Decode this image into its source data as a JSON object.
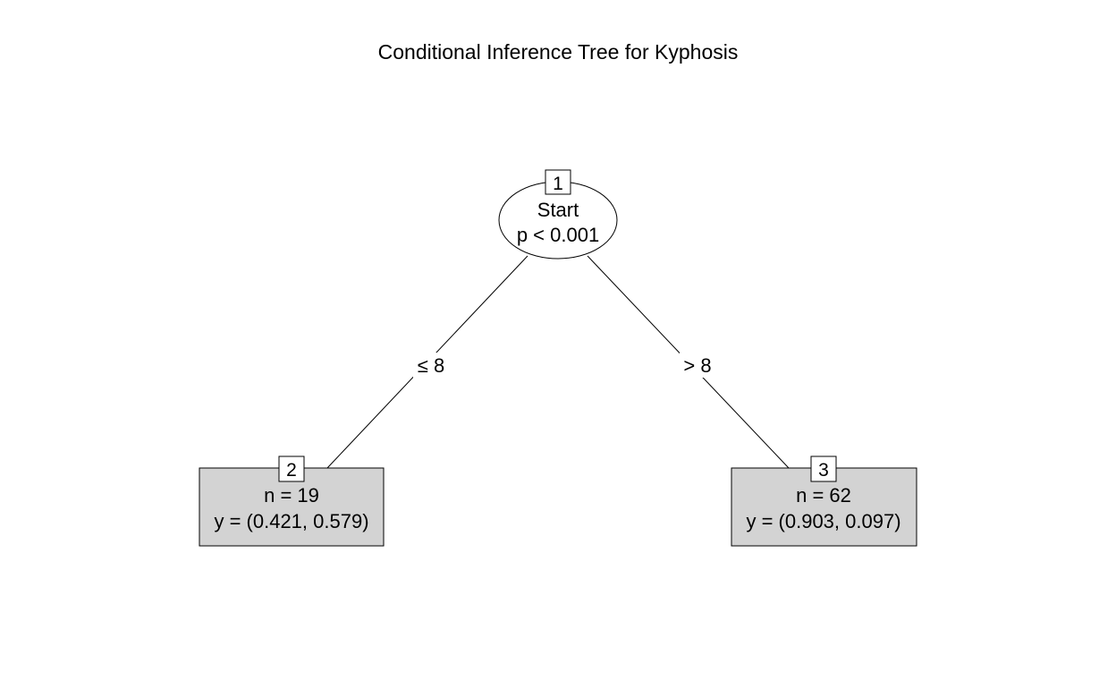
{
  "title": "Conditional Inference Tree for Kyphosis",
  "tree": {
    "inner_node": {
      "id": "1",
      "variable": "Start",
      "pvalue": "p < 0.001"
    },
    "edges": {
      "left_label": "≤ 8",
      "right_label": "> 8"
    },
    "leaves": [
      {
        "id": "2",
        "n": "n = 19",
        "y": "y = (0.421, 0.579)"
      },
      {
        "id": "3",
        "n": "n = 62",
        "y": "y = (0.903, 0.097)"
      }
    ]
  },
  "colors": {
    "leaf_fill": "#d3d3d3",
    "background": "#ffffff",
    "stroke": "#000000"
  }
}
